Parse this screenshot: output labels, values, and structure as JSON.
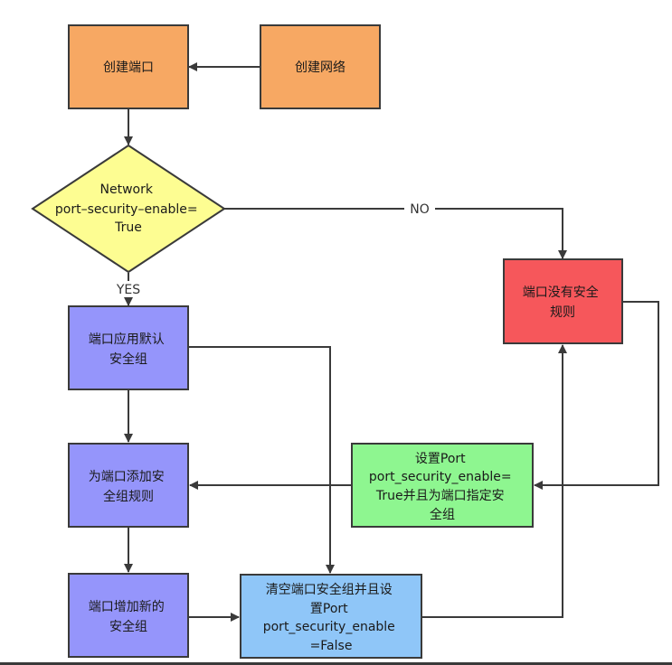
{
  "diagram": {
    "nodes": [
      {
        "id": "create-network",
        "lines": [
          "创建网络"
        ],
        "color": "#f7a863"
      },
      {
        "id": "create-port",
        "lines": [
          "创建端口"
        ],
        "color": "#f7a863"
      },
      {
        "id": "decision",
        "lines": [
          "Network",
          "port–security–enable=",
          "True"
        ],
        "color": "#fdfd92"
      },
      {
        "id": "no-security-rules",
        "lines": [
          "端口没有安全",
          "规则"
        ],
        "color": "#f6575b"
      },
      {
        "id": "apply-default-sg",
        "lines": [
          "端口应用默认",
          "安全组"
        ],
        "color": "#9595fb"
      },
      {
        "id": "add-sg-rules",
        "lines": [
          "为端口添加安",
          "全组规则"
        ],
        "color": "#9595fb"
      },
      {
        "id": "set-port-security-true",
        "lines": [
          "设置Port",
          "port_security_enable=",
          "True并且为端口指定安",
          "全组"
        ],
        "color": "#8ef690"
      },
      {
        "id": "add-new-sg",
        "lines": [
          "端口增加新的",
          "安全组"
        ],
        "color": "#9595fb"
      },
      {
        "id": "clear-sg-set-false",
        "lines": [
          "清空端口安全组并且设",
          "置Port",
          "port_security_enable",
          "=False"
        ],
        "color": "#8fc6f8"
      }
    ],
    "edge_labels": {
      "no": "NO",
      "yes": "YES"
    }
  }
}
